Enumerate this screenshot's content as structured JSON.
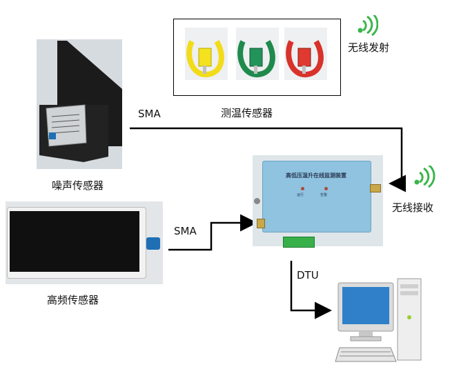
{
  "labels": {
    "wireless_tx": "无线发射",
    "temp_sensor": "测温传感器",
    "sma_top": "SMA",
    "noise_sensor": "噪声传感器",
    "device_title": "高低压温升在线监测装置",
    "led_left": "运行",
    "led_right": "告警",
    "wireless_rx": "无线接收",
    "sma_mid": "SMA",
    "hf_sensor": "高频传感器",
    "dtu": "DTU"
  },
  "colors": {
    "wifi_green": "#39b54a",
    "probe_yellow": "#f2dc1a",
    "probe_green": "#1f8a4c",
    "probe_red": "#d8322a",
    "device_blue": "#8fc3df",
    "line": "#000000"
  }
}
